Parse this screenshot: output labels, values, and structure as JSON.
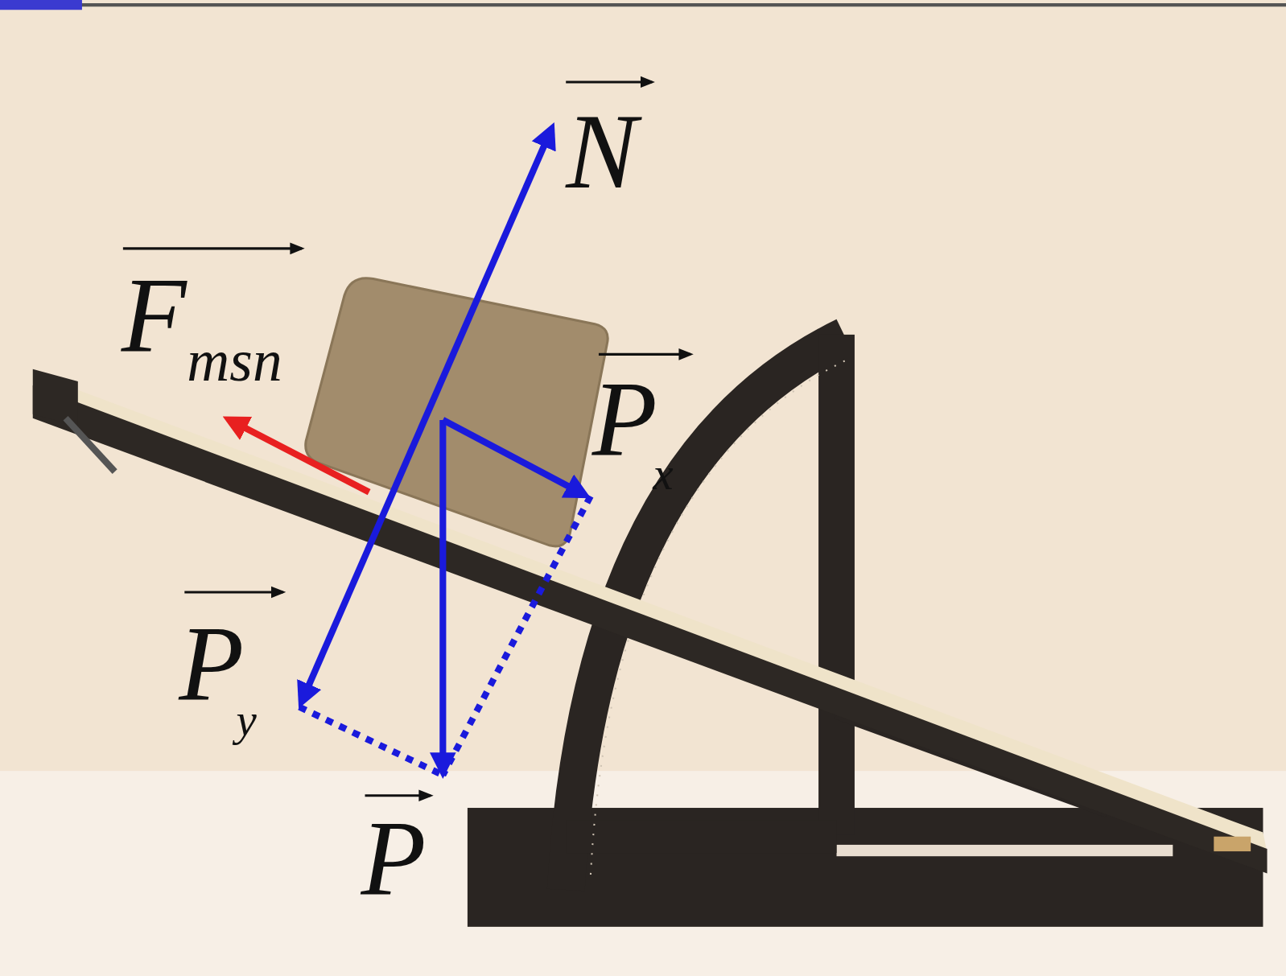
{
  "diagram": {
    "labels": [
      "N",
      "F",
      "msn",
      "P",
      "x",
      "P",
      "y",
      "P"
    ]
  }
}
